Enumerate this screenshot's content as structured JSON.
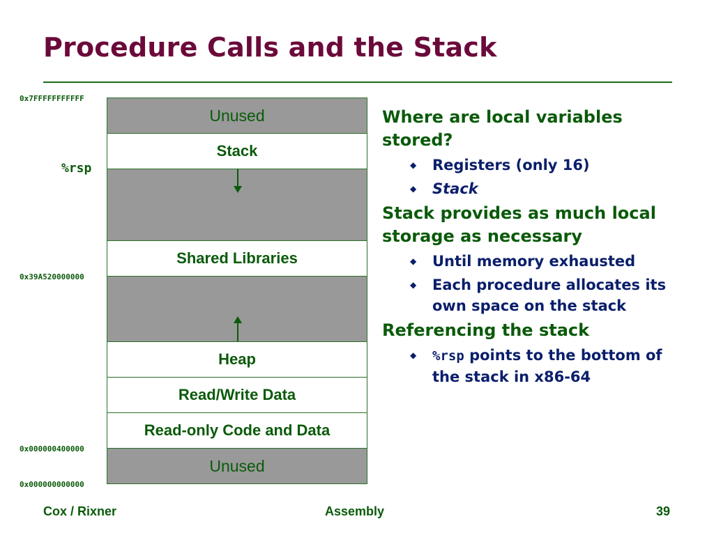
{
  "title": "Procedure Calls and the Stack",
  "memory_map": {
    "blocks": [
      {
        "label": "Unused",
        "shade": "gray"
      },
      {
        "label": "Stack",
        "shade": "white"
      },
      {
        "label": "",
        "shade": "gray"
      },
      {
        "label": "Shared Libraries",
        "shade": "white"
      },
      {
        "label": "",
        "shade": "gray"
      },
      {
        "label": "Heap",
        "shade": "white"
      },
      {
        "label": "Read/Write Data",
        "shade": "white"
      },
      {
        "label": "Read-only Code and Data",
        "shade": "white"
      },
      {
        "label": "Unused",
        "shade": "gray"
      }
    ],
    "addresses": {
      "top": "0x7FFFFFFFFFFF",
      "shared_libs": "0x39A520000000",
      "code_start": "0x000000400000",
      "bottom": "0x000000000000"
    },
    "rsp_label": "%rsp"
  },
  "bullets": {
    "q1": "Where are local variables stored?",
    "q1_items": [
      "Registers (only 16)",
      "Stack"
    ],
    "q2": "Stack provides as much local storage as necessary",
    "q2_items": [
      "Until memory exhausted",
      "Each procedure allocates its own space on the stack"
    ],
    "q3": "Referencing the stack",
    "q3_item_code": "%rsp",
    "q3_item_text": " points to the bottom of the stack in x86-64"
  },
  "footer": {
    "left": "Cox / Rixner",
    "center": "Assembly",
    "page": "39"
  },
  "colors": {
    "title": "#6b0a3a",
    "green": "#0a5a0a",
    "navy": "#0a1e6b",
    "gray_block": "#999999"
  }
}
